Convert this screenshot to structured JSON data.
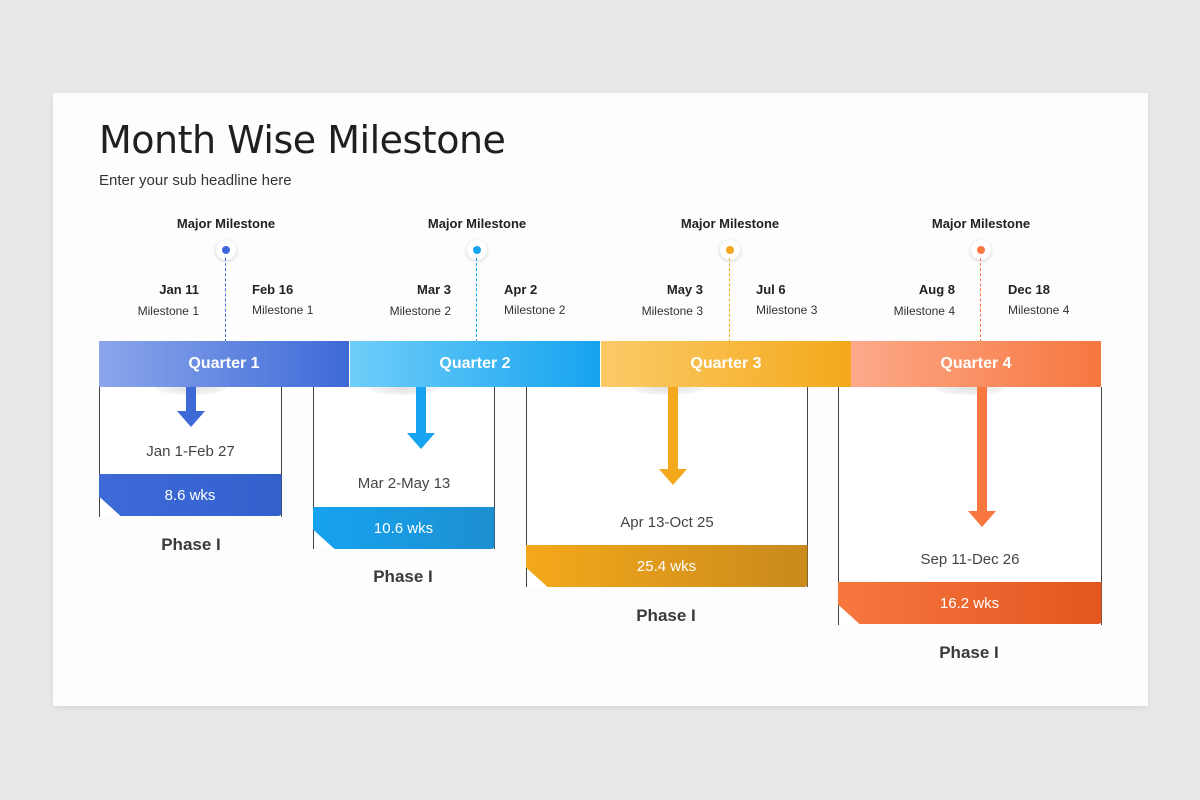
{
  "title": "Month Wise Milestone",
  "subtitle": "Enter your sub headline here",
  "colors": {
    "q1": "#3e6ad8",
    "q2": "#16a3ef",
    "q3": "#f4a81b",
    "q4": "#f7773f"
  },
  "quarters": [
    {
      "label": "Quarter 1",
      "major": "Major Milestone",
      "left_date": "Jan 11",
      "left_name": "Milestone 1",
      "right_date": "Feb 16",
      "right_name": "Milestone 1",
      "range": "Jan 1-Feb 27",
      "weeks": "8.6 wks",
      "phase": "Phase I"
    },
    {
      "label": "Quarter 2",
      "major": "Major Milestone",
      "left_date": "Mar 3",
      "left_name": "Milestone 2",
      "right_date": "Apr 2",
      "right_name": "Milestone 2",
      "range": "Mar 2-May 13",
      "weeks": "10.6 wks",
      "phase": "Phase I"
    },
    {
      "label": "Quarter 3",
      "major": "Major Milestone",
      "left_date": "May 3",
      "left_name": "Milestone 3",
      "right_date": "Jul 6",
      "right_name": "Milestone 3",
      "range": "Apr 13-Oct 25",
      "weeks": "25.4 wks",
      "phase": "Phase I"
    },
    {
      "label": "Quarter 4",
      "major": "Major Milestone",
      "left_date": "Aug 8",
      "left_name": "Milestone 4",
      "right_date": "Dec 18",
      "right_name": "Milestone 4",
      "range": "Sep 11-Dec 26",
      "weeks": "16.2 wks",
      "phase": "Phase I"
    }
  ]
}
